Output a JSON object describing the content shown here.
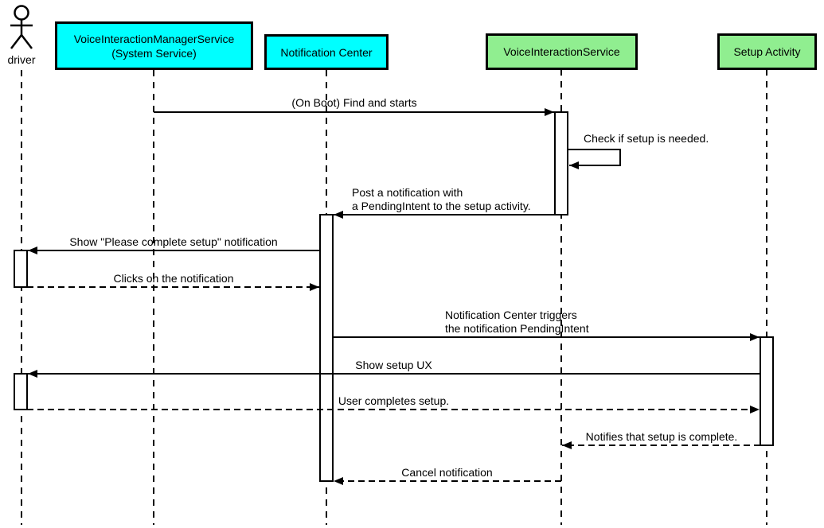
{
  "diagram": {
    "type": "uml-sequence-diagram",
    "colors": {
      "system_box_fill": "#00FFFF",
      "service_box_fill": "#90EE90",
      "stroke": "#000000",
      "activation_fill": "#FFFFFF",
      "background": "#FFFFFF"
    },
    "participants": [
      {
        "id": "driver",
        "kind": "actor",
        "label": "driver"
      },
      {
        "id": "voice-interaction-manager-service",
        "kind": "system-service",
        "fill": "#00FFFF",
        "label": "VoiceInteractionManagerService\n(System Service)"
      },
      {
        "id": "notification-center",
        "kind": "system-service",
        "fill": "#00FFFF",
        "label": "Notification Center"
      },
      {
        "id": "voice-interaction-service",
        "kind": "service",
        "fill": "#90EE90",
        "label": "VoiceInteractionService"
      },
      {
        "id": "setup-activity",
        "kind": "service",
        "fill": "#90EE90",
        "label": "Setup Activity"
      }
    ],
    "messages": [
      {
        "from": "voice-interaction-manager-service",
        "to": "voice-interaction-service",
        "line": "solid",
        "label": "(On Boot) Find and starts"
      },
      {
        "from": "voice-interaction-service",
        "to": "voice-interaction-service",
        "line": "self",
        "label": "Check if setup is needed."
      },
      {
        "from": "voice-interaction-service",
        "to": "notification-center",
        "line": "solid",
        "label": "Post a notification with\na PendingIntent to the setup activity."
      },
      {
        "from": "notification-center",
        "to": "driver",
        "line": "solid",
        "label": "Show \"Please complete setup\" notification"
      },
      {
        "from": "driver",
        "to": "notification-center",
        "line": "dashed",
        "label": "Clicks on the notification"
      },
      {
        "from": "notification-center",
        "to": "setup-activity",
        "line": "solid",
        "label": "Notification Center triggers\nthe notification PendingIntent"
      },
      {
        "from": "setup-activity",
        "to": "driver",
        "line": "solid",
        "label": "Show setup UX"
      },
      {
        "from": "driver",
        "to": "setup-activity",
        "line": "dashed",
        "label": "User completes setup."
      },
      {
        "from": "setup-activity",
        "to": "voice-interaction-service",
        "line": "dashed",
        "label": "Notifies that setup is complete."
      },
      {
        "from": "voice-interaction-service",
        "to": "notification-center",
        "line": "dashed",
        "label": "Cancel notification"
      }
    ]
  }
}
